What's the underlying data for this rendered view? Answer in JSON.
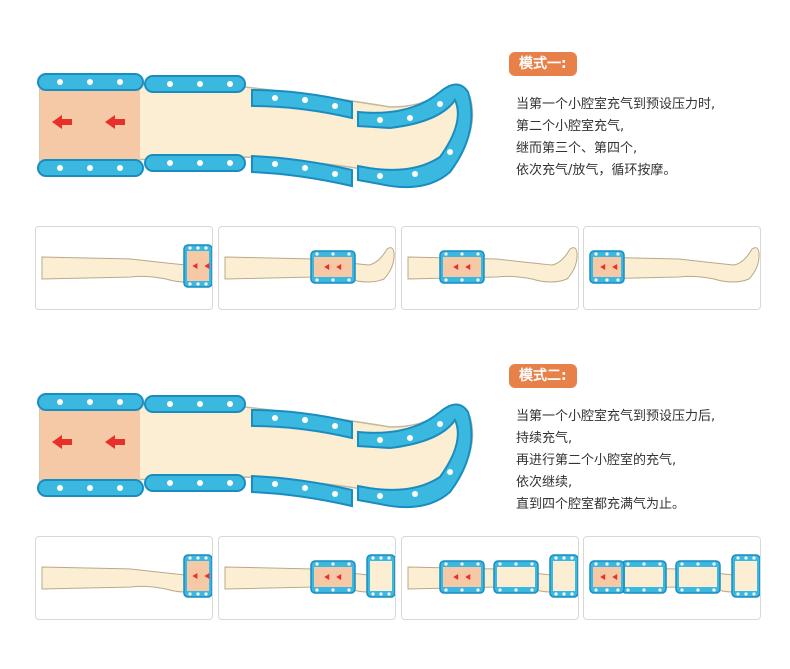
{
  "colors": {
    "cuff": "#3bb8e0",
    "cuff_edge": "#1a8dc0",
    "active": "#f6c9a6",
    "skin": "#fbeed2",
    "badge": "#e8804a",
    "arrow": "#e8302a"
  },
  "mode1": {
    "badge": "模式一:",
    "lines": [
      "当第一个小腔室充气到预设压力时,",
      "第二个小腔室充气,",
      "继而第三个、第四个,",
      "依次充气/放气，循环按摩。"
    ],
    "thumbnails": [
      {
        "active_chamber": 1,
        "inflated": [
          1
        ]
      },
      {
        "active_chamber": 2,
        "inflated": [
          2
        ]
      },
      {
        "active_chamber": 3,
        "inflated": [
          3
        ]
      },
      {
        "active_chamber": 4,
        "inflated": [
          4
        ]
      }
    ]
  },
  "mode2": {
    "badge": "模式二:",
    "lines": [
      "当第一个小腔室充气到预设压力后,",
      "持续充气,",
      "再进行第二个小腔室的充气,",
      "依次继续,",
      "直到四个腔室都充满气为止。"
    ],
    "thumbnails": [
      {
        "active_chamber": 1,
        "inflated": [
          1
        ]
      },
      {
        "active_chamber": 2,
        "inflated": [
          1,
          2
        ]
      },
      {
        "active_chamber": 3,
        "inflated": [
          1,
          2,
          3
        ]
      },
      {
        "active_chamber": 4,
        "inflated": [
          1,
          2,
          3,
          4
        ]
      }
    ]
  }
}
